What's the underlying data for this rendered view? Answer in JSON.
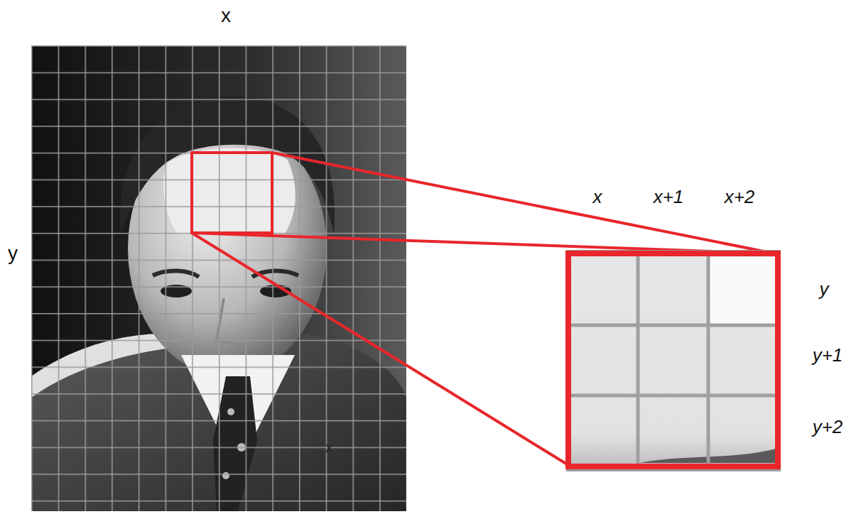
{
  "diagram": {
    "labels": [
      "x",
      "x",
      "x+1",
      "x+2",
      "y",
      "y",
      "y+1",
      "y+2",
      "x"
    ]
  }
}
